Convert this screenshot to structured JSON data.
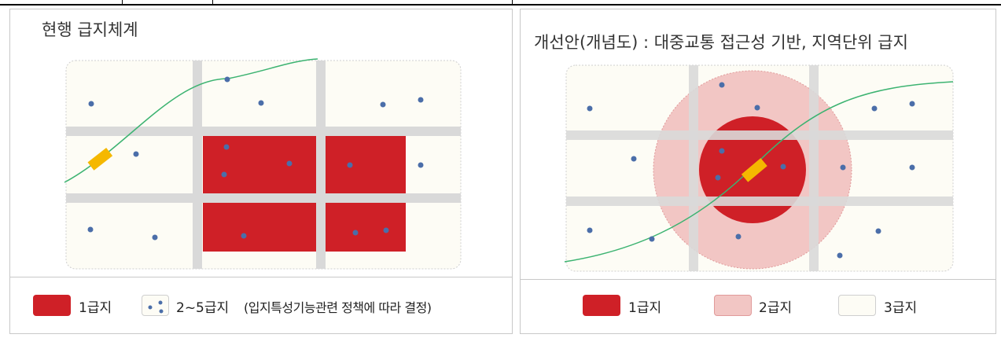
{
  "colors": {
    "tier1_fill": "#cf2027",
    "tier2_fill": "#f2c6c4",
    "tier3_fill": "#fdfcf5",
    "road": "#d9d9d9",
    "dot": "#4b6ea9",
    "transit_line": "#3cb371",
    "vehicle": "#f5b800"
  },
  "left_panel": {
    "title": "현행 급지체계",
    "legend": {
      "tier1_label": "1급지",
      "tier2to5_label": "2~5급지",
      "tier2to5_note": "(입지특성기능관련 정책에 따라 결정)"
    }
  },
  "right_panel": {
    "title": "개선안(개념도) : 대중교통 접근성 기반, 지역단위 급지",
    "legend": {
      "tier1_label": "1급지",
      "tier2_label": "2급지",
      "tier3_label": "3급지"
    }
  }
}
